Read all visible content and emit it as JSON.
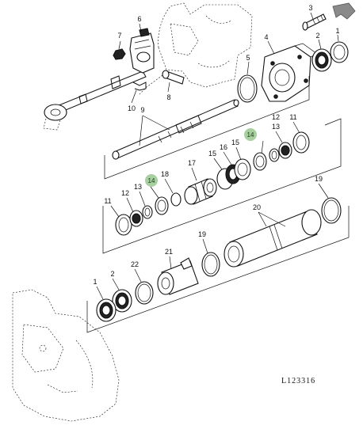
{
  "diagram": {
    "reference_code": "L123316",
    "highlight_color": "#a8cfa0",
    "callouts": [
      {
        "id": "c1a",
        "text": "1"
      },
      {
        "id": "c2a",
        "text": "2"
      },
      {
        "id": "c3",
        "text": "3"
      },
      {
        "id": "c4",
        "text": "4"
      },
      {
        "id": "c5",
        "text": "5"
      },
      {
        "id": "c6",
        "text": "6"
      },
      {
        "id": "c7",
        "text": "7"
      },
      {
        "id": "c8",
        "text": "8"
      },
      {
        "id": "c9",
        "text": "9"
      },
      {
        "id": "c10",
        "text": "10"
      },
      {
        "id": "c11a",
        "text": "11"
      },
      {
        "id": "c12a",
        "text": "12"
      },
      {
        "id": "c13a",
        "text": "13"
      },
      {
        "id": "c14a",
        "text": "14"
      },
      {
        "id": "c15a",
        "text": "15"
      },
      {
        "id": "c16",
        "text": "16"
      },
      {
        "id": "c15b",
        "text": "15"
      },
      {
        "id": "c17",
        "text": "17"
      },
      {
        "id": "c18",
        "text": "18"
      },
      {
        "id": "c14b",
        "text": "14"
      },
      {
        "id": "c13b",
        "text": "13"
      },
      {
        "id": "c12b",
        "text": "12"
      },
      {
        "id": "c11b",
        "text": "11"
      },
      {
        "id": "c19a",
        "text": "19"
      },
      {
        "id": "c20",
        "text": "20"
      },
      {
        "id": "c19b",
        "text": "19"
      },
      {
        "id": "c21",
        "text": "21"
      },
      {
        "id": "c22",
        "text": "22"
      },
      {
        "id": "c2b",
        "text": "2"
      },
      {
        "id": "c1b",
        "text": "1"
      }
    ]
  }
}
